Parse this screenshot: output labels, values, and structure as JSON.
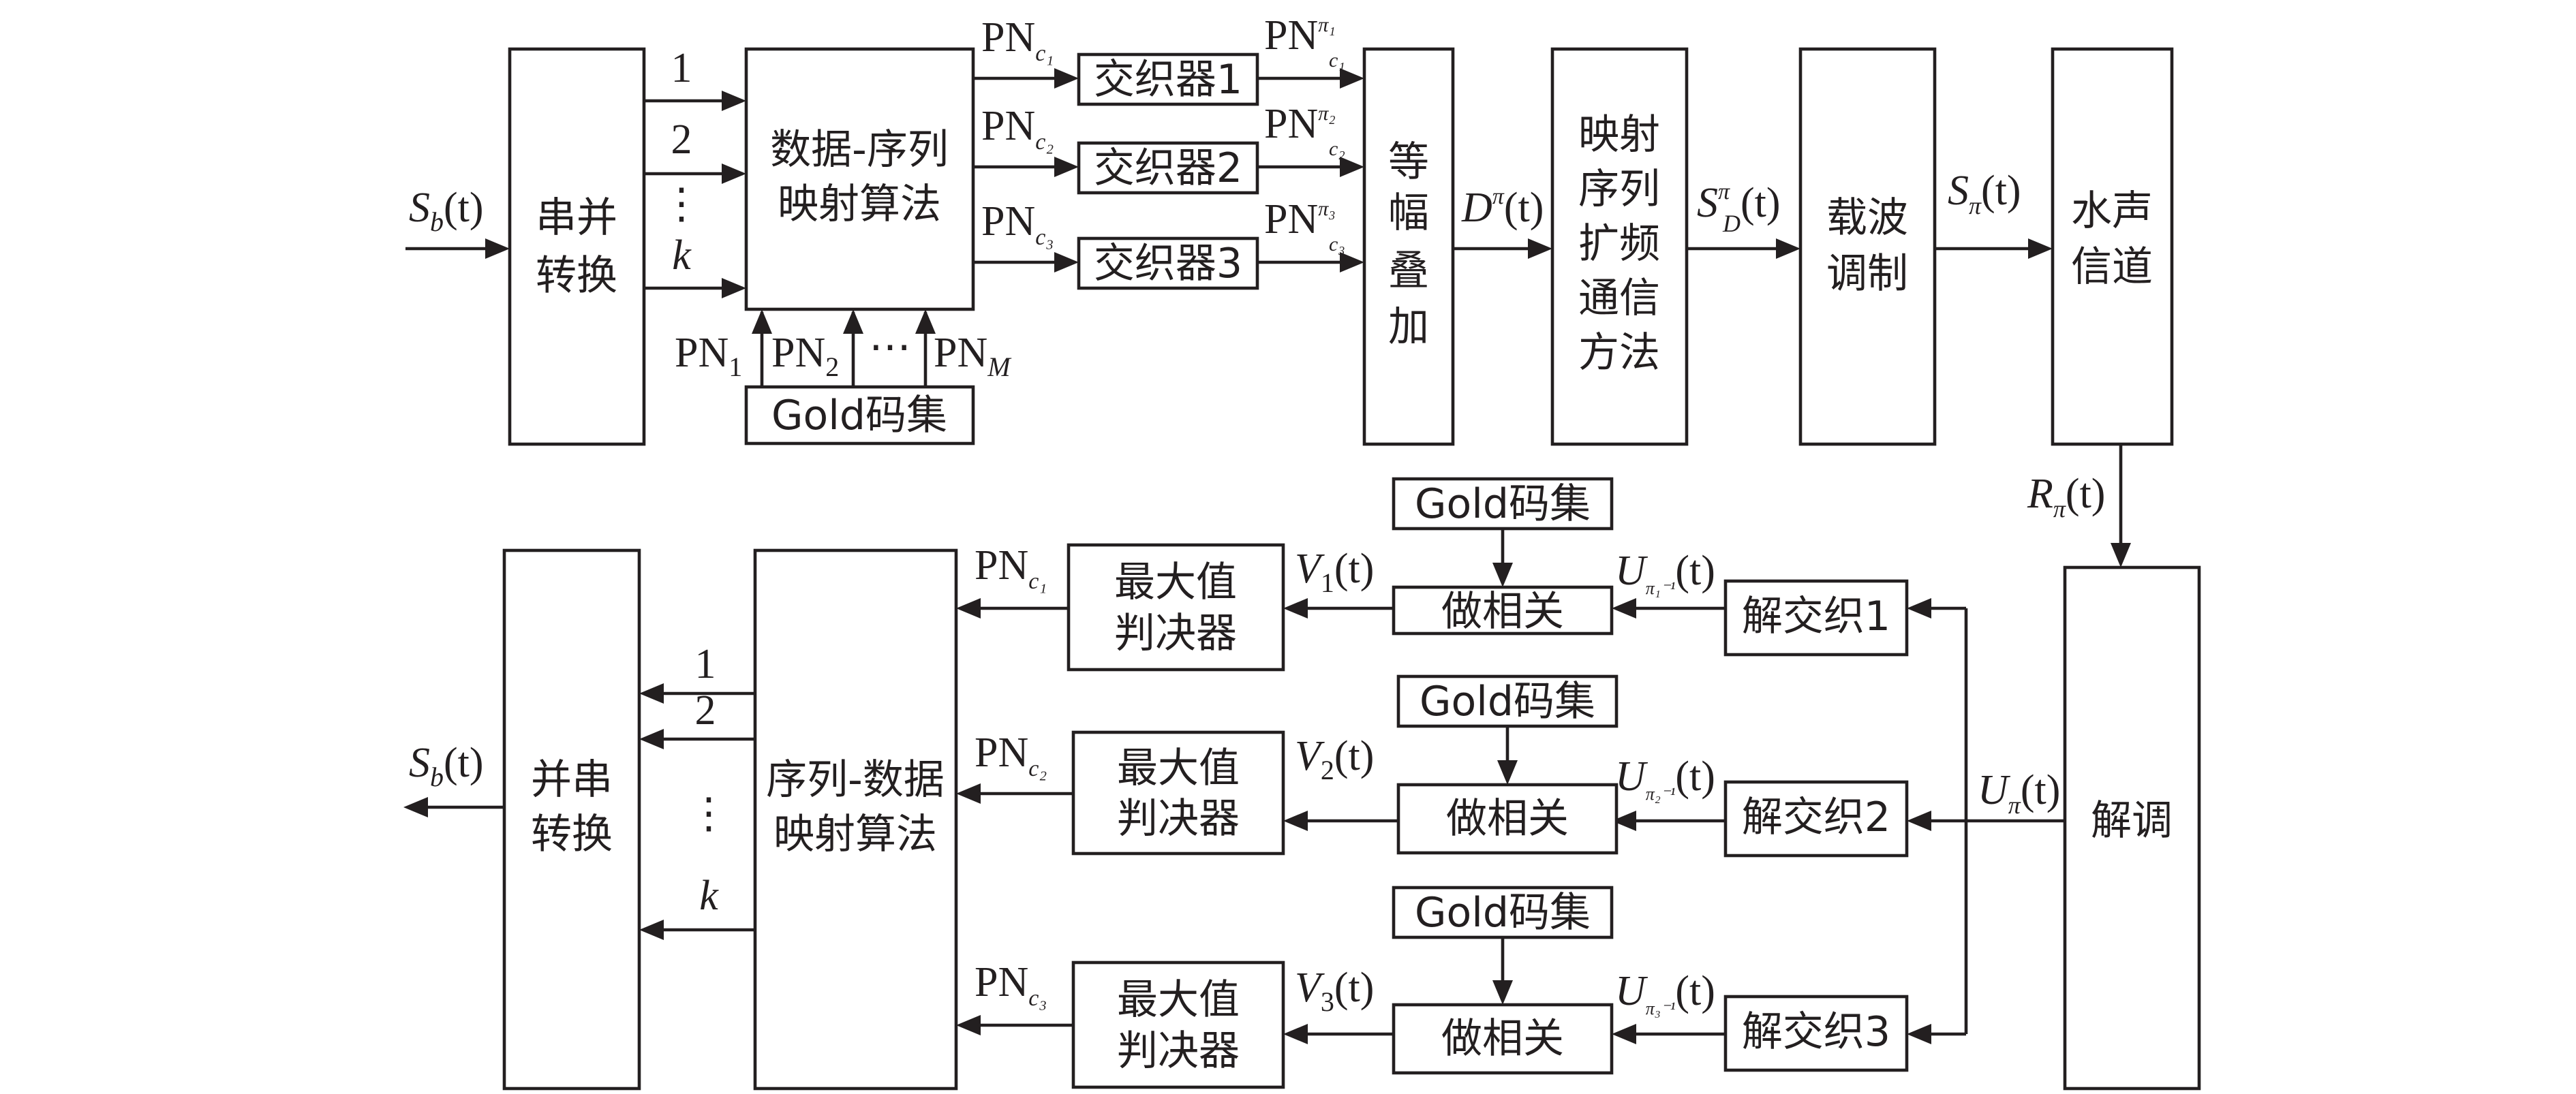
{
  "tx": {
    "input_signal": {
      "base": "S",
      "sub": "b",
      "arg": "(t)"
    },
    "sp_block": [
      "串并",
      "转换"
    ],
    "branches": [
      "1",
      "2",
      "⋮",
      "k"
    ],
    "mapper_block": [
      "数据-序列",
      "映射算法"
    ],
    "pn_out": [
      {
        "base": "PN",
        "sub": "c₁"
      },
      {
        "base": "PN",
        "sub": "c₂"
      },
      {
        "base": "PN",
        "sub": "c₃"
      }
    ],
    "interleavers": [
      "交织器1",
      "交织器2",
      "交织器3"
    ],
    "pn_interleaved": [
      {
        "base": "PN",
        "sup": "π₁",
        "sub": "c₁"
      },
      {
        "base": "PN",
        "sup": "π₂",
        "sub": "c₂"
      },
      {
        "base": "PN",
        "sup": "π₃",
        "sub": "c₃"
      }
    ],
    "pn_inputs": [
      {
        "base": "PN",
        "sub": "1"
      },
      {
        "base": "PN",
        "sub": "2"
      },
      {
        "base": "⋯",
        "sub": ""
      },
      {
        "base": "PN",
        "sub": "M"
      }
    ],
    "gold_set": "Gold码集",
    "adder_block": [
      "等",
      "幅",
      "叠",
      "加"
    ],
    "adder_out": {
      "base": "D",
      "sup": "π",
      "arg": "(t)"
    },
    "spread_block": [
      "映射",
      "序列",
      "扩频",
      "通信",
      "方法"
    ],
    "spread_out": {
      "base": "S",
      "sup": "π",
      "sub": "D",
      "arg": "(t)"
    },
    "carrier_block": [
      "载波",
      "调制"
    ],
    "carrier_out": {
      "base": "S",
      "sub": "π",
      "arg": "(t)"
    },
    "channel_block": [
      "水声",
      "信道"
    ],
    "channel_out": {
      "base": "R",
      "sub": "π",
      "arg": "(t)"
    }
  },
  "rx": {
    "demod_block": "解调",
    "demod_out": {
      "base": "U",
      "sub": "π",
      "arg": "(t)"
    },
    "deinterleavers": [
      "解交织1",
      "解交织2",
      "解交织3"
    ],
    "deint_out": [
      {
        "base": "U",
        "sub": "π₁⁻¹",
        "arg": "(t)"
      },
      {
        "base": "U",
        "sub": "π₂⁻¹",
        "arg": "(t)"
      },
      {
        "base": "U",
        "sub": "π₃⁻¹",
        "arg": "(t)"
      }
    ],
    "gold_sets": [
      "Gold码集",
      "Gold码集",
      "Gold码集"
    ],
    "correlators": [
      "做相关",
      "做相关",
      "做相关"
    ],
    "corr_out": [
      {
        "base": "V",
        "sub": "1",
        "arg": "(t)"
      },
      {
        "base": "V",
        "sub": "2",
        "arg": "(t)"
      },
      {
        "base": "V",
        "sub": "3",
        "arg": "(t)"
      }
    ],
    "deciders": [
      [
        "最大值",
        "判决器"
      ],
      [
        "最大值",
        "判决器"
      ],
      [
        "最大值",
        "判决器"
      ]
    ],
    "decider_out": [
      {
        "base": "PN",
        "sub": "c₁"
      },
      {
        "base": "PN",
        "sub": "c₂"
      },
      {
        "base": "PN",
        "sub": "c₃"
      }
    ],
    "demapper_block": [
      "序列-数据",
      "映射算法"
    ],
    "branches": [
      "1",
      "2",
      "⋮",
      "k"
    ],
    "ps_block": [
      "并串",
      "转换"
    ],
    "output_signal": {
      "base": "S",
      "sub": "b",
      "arg": "(t)"
    }
  }
}
